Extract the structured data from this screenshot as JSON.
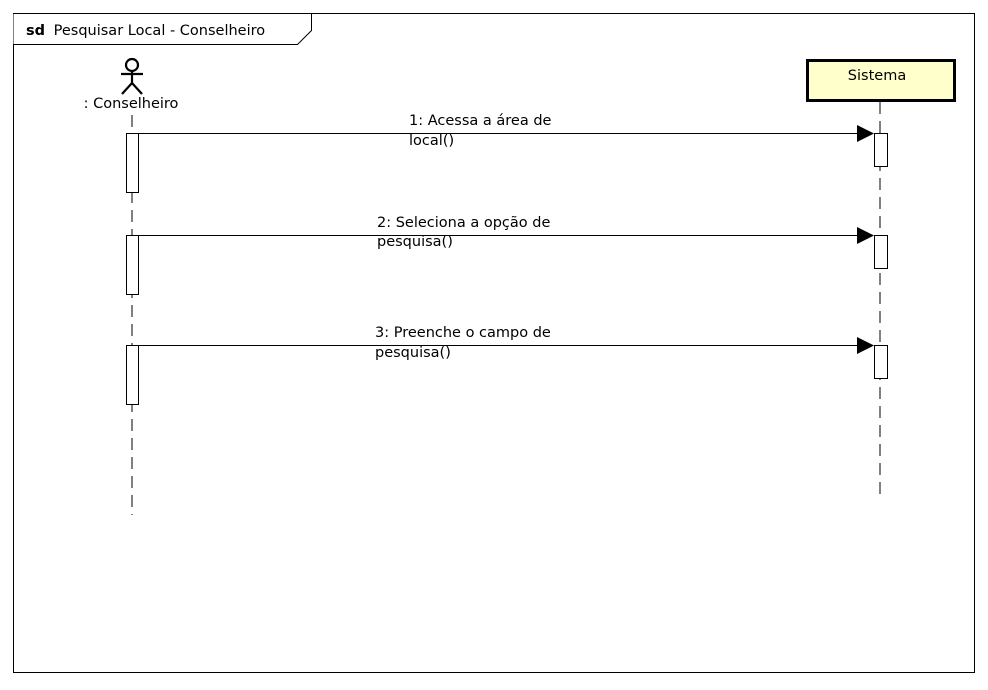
{
  "frame": {
    "keyword": "sd",
    "title": "Pesquisar Local - Conselheiro"
  },
  "lifelines": {
    "actor": {
      "label": ": Conselheiro",
      "icon": "stick-figure-actor-icon"
    },
    "system": {
      "label": "Sistema",
      "fill": "#ffffcc"
    }
  },
  "messages": [
    {
      "line1": "1: Acessa a área de",
      "line2": "local()"
    },
    {
      "line1": "2: Seleciona a opção de",
      "line2": "pesquisa()"
    },
    {
      "line1": "3: Preenche o campo de",
      "line2": "pesquisa()"
    }
  ]
}
